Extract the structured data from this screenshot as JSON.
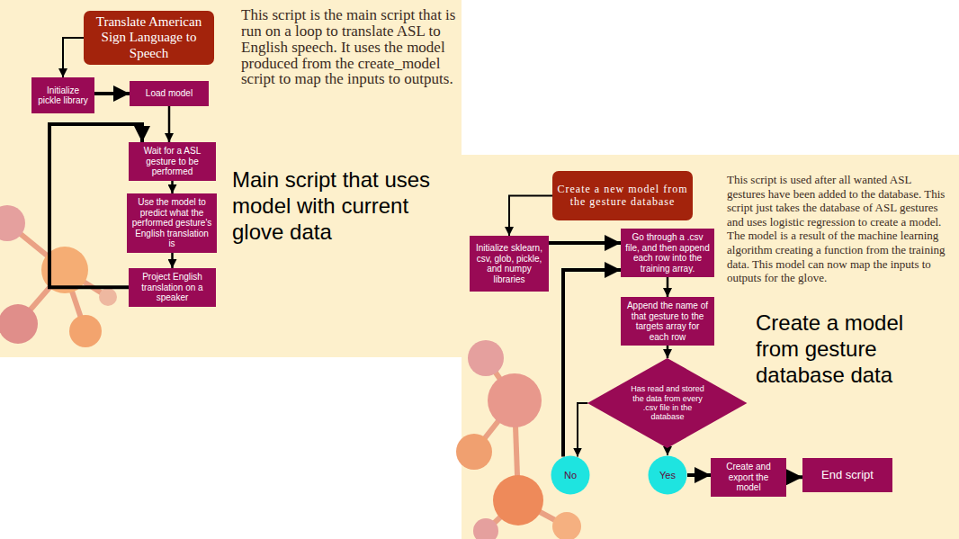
{
  "diagram": {
    "nodes": [
      {
        "text": [
          "Translate American Sign Language to Speech"
        ]
      },
      {
        "text": [
          "Initialize pickle library"
        ]
      },
      {
        "text": [
          "Load model"
        ]
      },
      {
        "text": [
          "Wait for a ASL gesture to be performed"
        ]
      },
      {
        "text": [
          "Use the model to predict what the performed gesture's English translation is"
        ]
      },
      {
        "text": [
          "Project English translation on a speaker"
        ]
      },
      {
        "text": [
          "Create a new model from the gesture database"
        ]
      },
      {
        "text": [
          "Initialize sklearn, csv, glob, pickle, and numpy libraries"
        ]
      },
      {
        "text": [
          "Go through a .csv file, and then append each row into the training array."
        ]
      },
      {
        "text": [
          "Append the name of that gesture to the targets array for each row"
        ]
      },
      {
        "text": [
          "Has read and stored the data from every .csv file in the database"
        ]
      },
      {
        "text": [
          "No"
        ]
      },
      {
        "text": [
          "Yes"
        ]
      },
      {
        "text": [
          "Create and export the model"
        ]
      },
      {
        "text": [
          "End script"
        ]
      }
    ],
    "edges": [
      {
        "from": 0,
        "to": 1,
        "arrow": "to"
      },
      {
        "from": 1,
        "to": 2,
        "arrow": "to"
      },
      {
        "from": 2,
        "to": 3,
        "arrow": "to"
      },
      {
        "from": 3,
        "to": 4,
        "arrow": "to"
      },
      {
        "from": 4,
        "to": 5,
        "arrow": "to"
      },
      {
        "from": 5,
        "to": 3,
        "arrow": "to"
      },
      {
        "from": 6,
        "to": 7,
        "arrow": "to"
      },
      {
        "from": 7,
        "to": 8,
        "arrow": "to"
      },
      {
        "from": 8,
        "to": 9,
        "arrow": "to"
      },
      {
        "from": 9,
        "to": 10,
        "arrow": "to"
      },
      {
        "from": 10,
        "to": 11,
        "arrow": "to"
      },
      {
        "from": 10,
        "to": 12,
        "arrow": "to"
      },
      {
        "from": 12,
        "to": 13,
        "arrow": "to"
      },
      {
        "from": 13,
        "to": 14,
        "arrow": "to"
      },
      {
        "from": 11,
        "to": 8,
        "arrow": "to"
      }
    ],
    "labels": [
      "This script is the main script that is run on a loop to translate ASL to English speech. It uses the model produced from the create_model script to map the inputs to outputs.",
      "Main script that uses model with current glove data",
      "This script is used after all wanted ASL gestures have been added to the database. This script just takes the database of ASL gestures and uses logistic regression to create a model. The model is a result of the machine learning algorithm creating a function from the training data. This model can now map the inputs to outputs for the glove.",
      "Create a model from gesture database data"
    ]
  }
}
